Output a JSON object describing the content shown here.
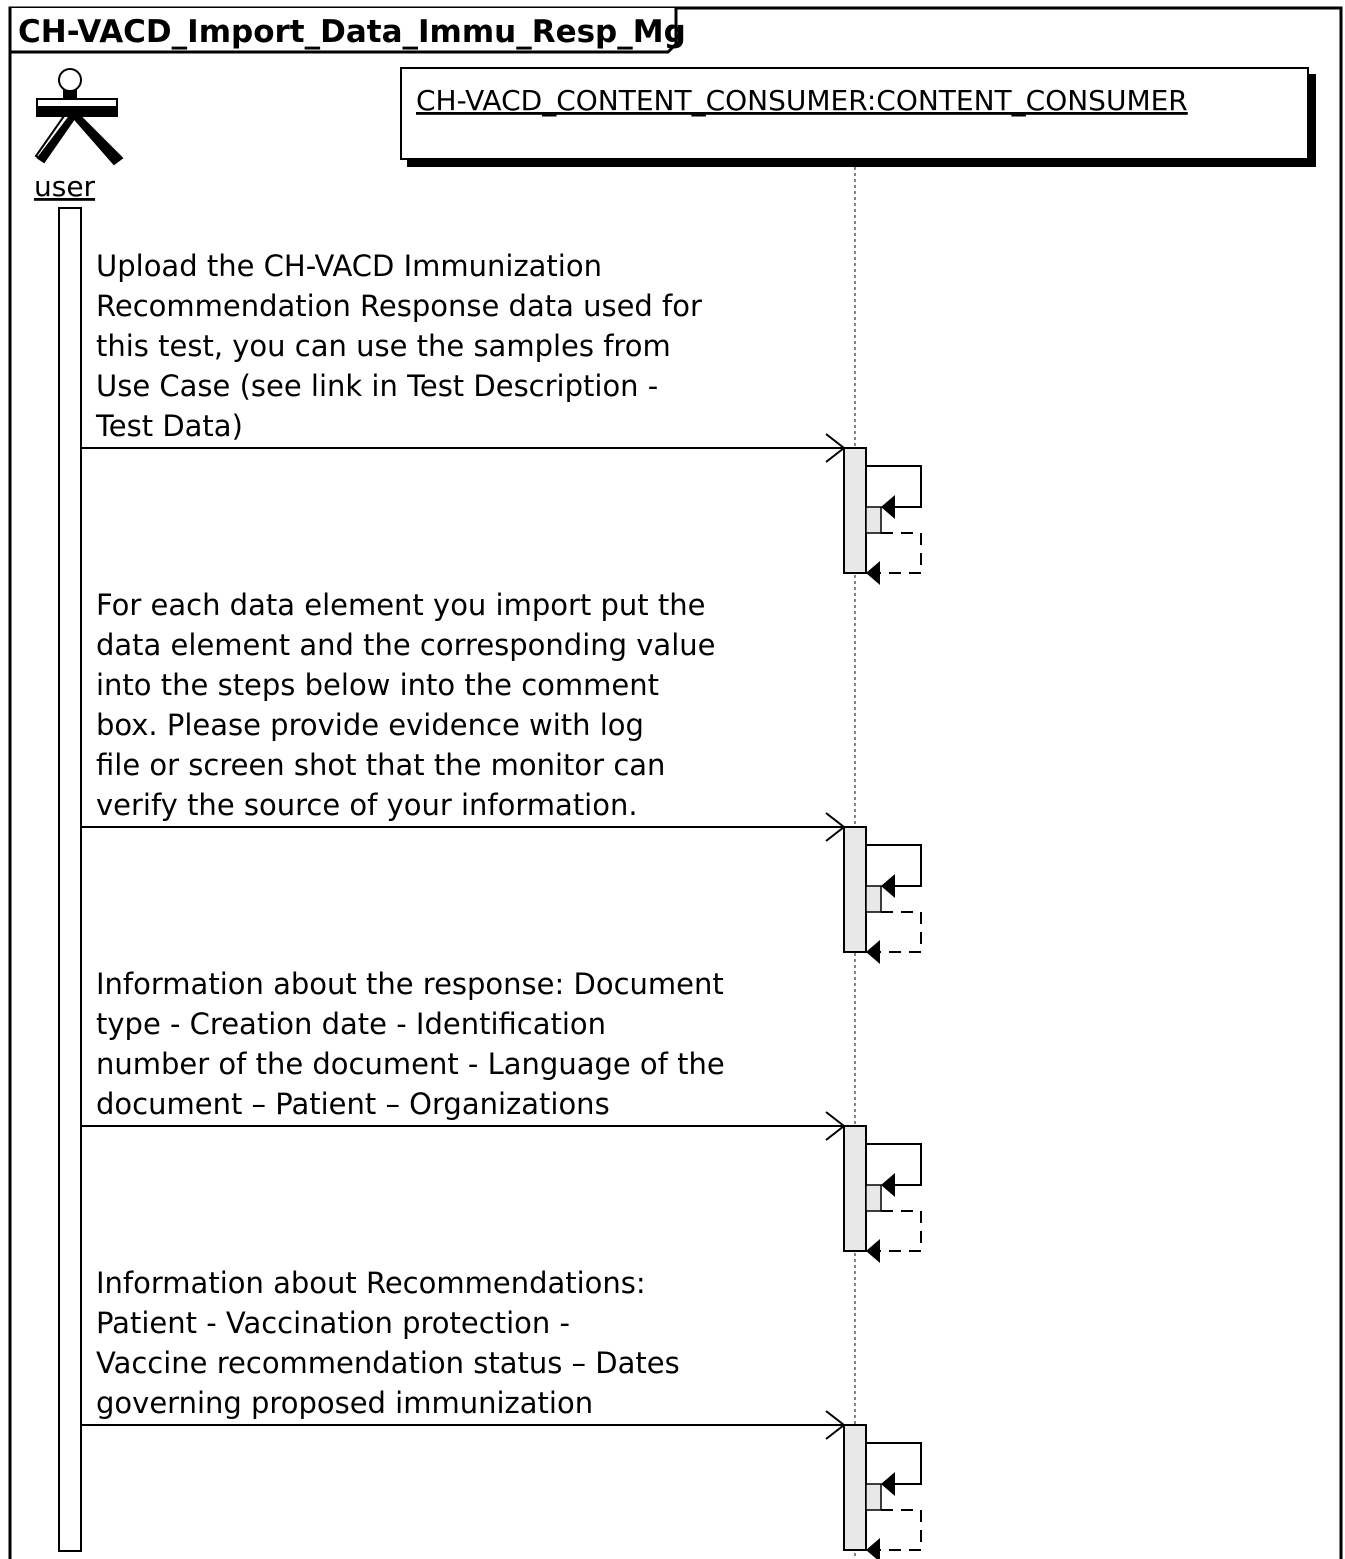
{
  "frame": {
    "title": "CH-VACD_Import_Data_Immu_Resp_Mg"
  },
  "participants": {
    "actor": {
      "label": "user",
      "icon": "actor-stick-figure-icon"
    },
    "object": {
      "label": "CH-VACD_CONTENT_CONSUMER:CONTENT_CONSUMER"
    }
  },
  "messages": [
    {
      "lines": [
        "Upload the CH-VACD Immunization",
        "Recommendation Response data used for",
        "this test, you can use the samples from",
        "Use Case (see link in Test Description -",
        "Test Data)"
      ]
    },
    {
      "lines": [
        "For each data element you import put the",
        "data element and the corresponding value",
        "into the steps below into the comment",
        "box. Please provide evidence with log",
        "file or screen shot that the monitor can",
        "verify the source of your information."
      ]
    },
    {
      "lines": [
        "Information about the response: Document",
        "type - Creation date - Identification",
        "number of the document - Language of the",
        "document – Patient – Organizations"
      ]
    },
    {
      "lines": [
        "Information about Recommendations:",
        "Patient - Vaccination protection -",
        "Vaccine recommendation status – Dates",
        "governing proposed immunization"
      ]
    }
  ]
}
